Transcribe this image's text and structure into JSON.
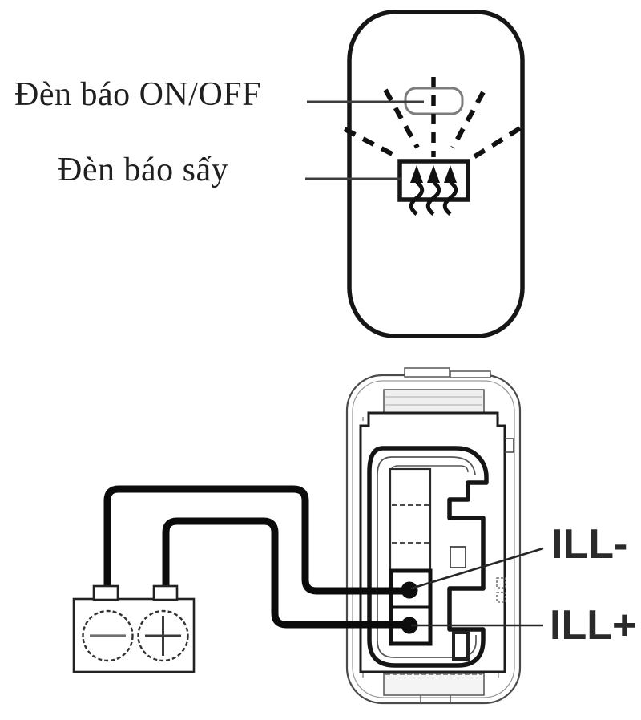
{
  "labels": {
    "indicator_onoff": "Đèn báo ON/OFF",
    "indicator_defrost": "Đèn báo sấy",
    "pin_negative": "ILL-",
    "pin_positive": "ILL+"
  },
  "icons": {
    "onoff_lamp": "indicator-lamp-icon",
    "light_rays": "light-rays-icon",
    "rear_defrost": "rear-defroster-icon",
    "battery_minus": "minus-terminal-icon",
    "battery_plus": "plus-terminal-icon",
    "connector_pins": "connector-pin-dots"
  },
  "colors": {
    "line": "#161616",
    "wire": "#0b0b0b",
    "thin_line": "#555555",
    "lamp_outline": "#7d7d7d",
    "leader_line": "#3c3c3c",
    "text": "#1f1f1f",
    "background": "#ffffff"
  }
}
